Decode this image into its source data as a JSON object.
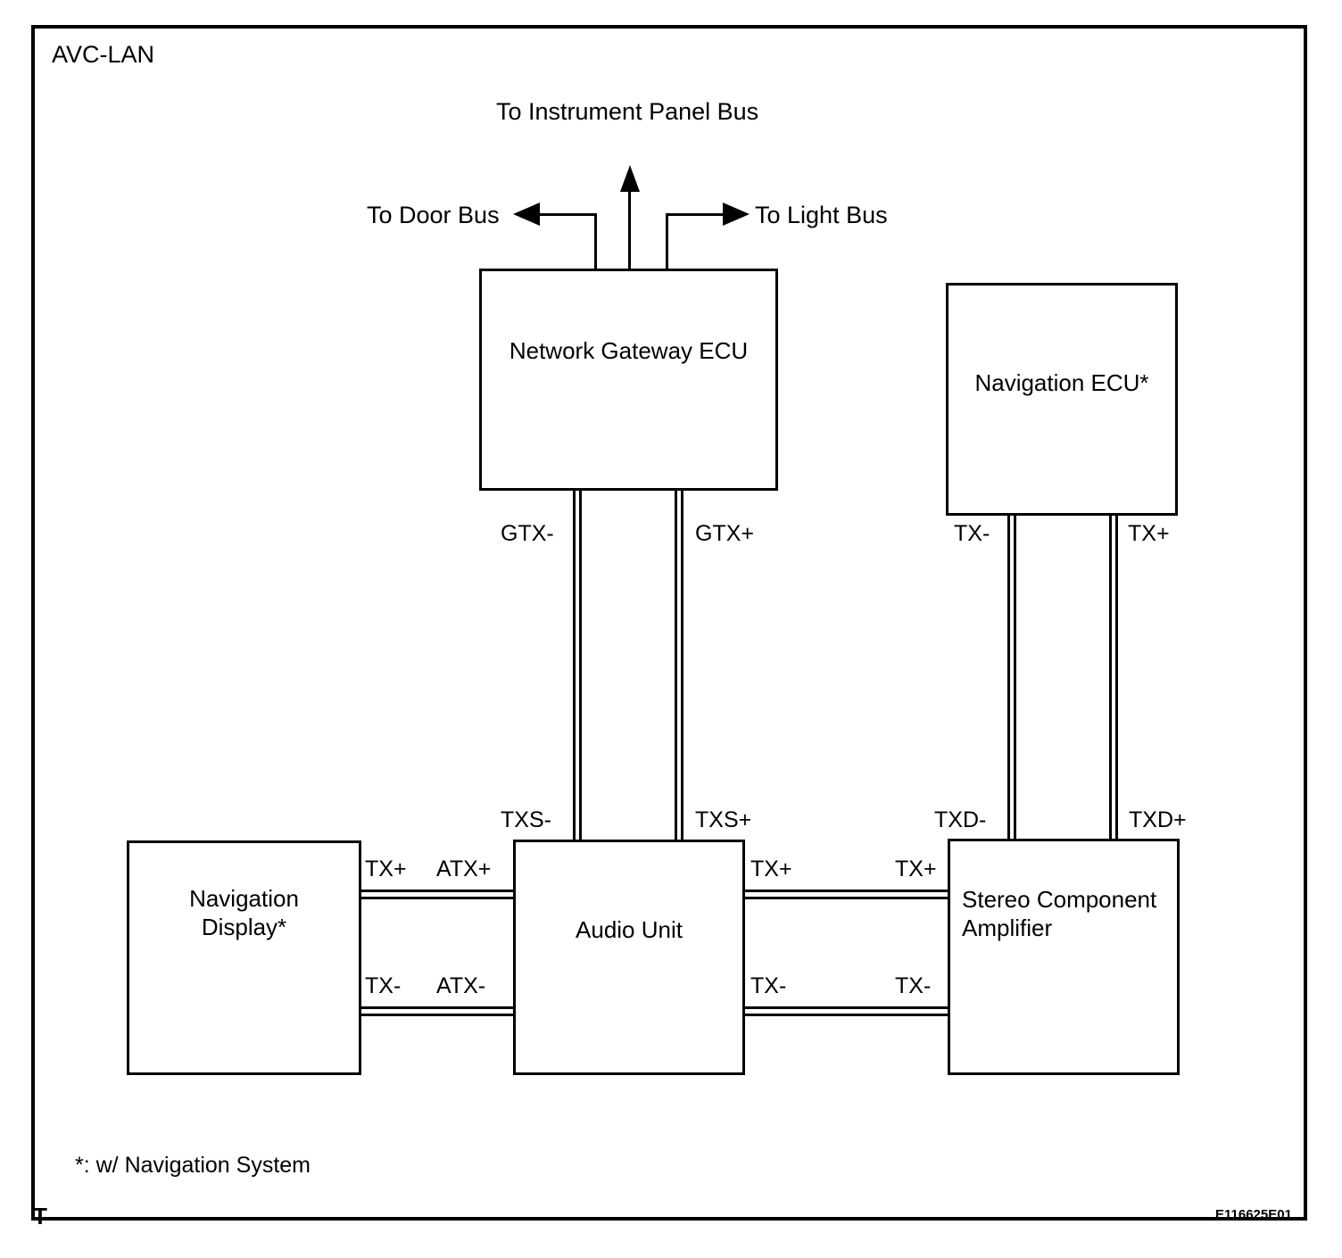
{
  "diagram": {
    "title": "AVC-LAN",
    "corner_mark": "T",
    "figure_code": "E116625E01",
    "footnote": "*: w/ Navigation System",
    "external_buses": [
      {
        "label": "To Instrument Panel Bus",
        "direction": "up"
      },
      {
        "label": "To Door Bus",
        "direction": "left"
      },
      {
        "label": "To Light Bus",
        "direction": "right"
      }
    ],
    "nodes": [
      {
        "id": "network-gateway-ecu",
        "label": "Network Gateway ECU"
      },
      {
        "id": "navigation-ecu",
        "label": "Navigation ECU*"
      },
      {
        "id": "navigation-display",
        "label": "Navigation\nDisplay*"
      },
      {
        "id": "audio-unit",
        "label": "Audio Unit"
      },
      {
        "id": "stereo-component-amplifier",
        "label": "Stereo Component\nAmplifier"
      }
    ],
    "pins": {
      "gateway_minus": "GTX-",
      "gateway_plus": "GTX+",
      "audio_stereo_minus": "TXS-",
      "audio_stereo_plus": "TXS+",
      "nav_ecu_minus": "TX-",
      "nav_ecu_plus": "TX+",
      "amp_data_minus": "TXD-",
      "amp_data_plus": "TXD+",
      "display_tx_plus": "TX+",
      "display_tx_minus": "TX-",
      "audio_atx_plus": "ATX+",
      "audio_atx_minus": "ATX-",
      "audio_right_plus": "TX+",
      "audio_right_minus": "TX-",
      "amp_left_plus": "TX+",
      "amp_left_minus": "TX-"
    },
    "connections": [
      {
        "from": "network-gateway-ecu",
        "to": "audio-unit",
        "pair": [
          "GTX-",
          "TXS-"
        ]
      },
      {
        "from": "network-gateway-ecu",
        "to": "audio-unit",
        "pair": [
          "GTX+",
          "TXS+"
        ]
      },
      {
        "from": "navigation-ecu",
        "to": "stereo-component-amplifier",
        "pair": [
          "TX-",
          "TXD-"
        ]
      },
      {
        "from": "navigation-ecu",
        "to": "stereo-component-amplifier",
        "pair": [
          "TX+",
          "TXD+"
        ]
      },
      {
        "from": "navigation-display",
        "to": "audio-unit",
        "pair": [
          "TX+",
          "ATX+"
        ]
      },
      {
        "from": "navigation-display",
        "to": "audio-unit",
        "pair": [
          "TX-",
          "ATX-"
        ]
      },
      {
        "from": "audio-unit",
        "to": "stereo-component-amplifier",
        "pair": [
          "TX+",
          "TX+"
        ]
      },
      {
        "from": "audio-unit",
        "to": "stereo-component-amplifier",
        "pair": [
          "TX-",
          "TX-"
        ]
      }
    ]
  }
}
